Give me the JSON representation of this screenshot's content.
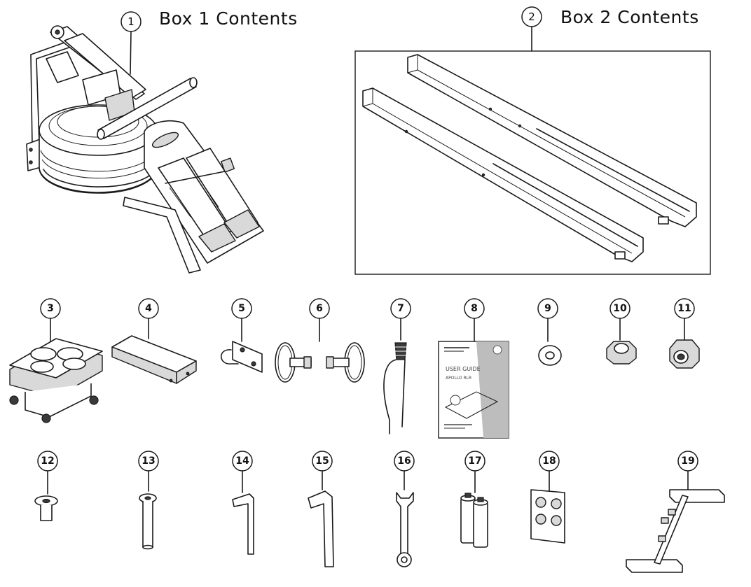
{
  "boxes": [
    {
      "number": "1",
      "label": "Box 1 Contents"
    },
    {
      "number": "2",
      "label": "Box 2 Contents"
    }
  ],
  "parts": {
    "p3": "3",
    "p4": "4",
    "p5": "5",
    "p6": "6",
    "p7": "7",
    "p8": "8",
    "p9": "9",
    "p10": "10",
    "p11": "11",
    "p12": "12",
    "p13": "13",
    "p14": "14",
    "p15": "15",
    "p16": "16",
    "p17": "17",
    "p18": "18",
    "p19": "19"
  },
  "user_guide": {
    "title": "USER GUIDE",
    "model": "APOLLO RLR"
  }
}
